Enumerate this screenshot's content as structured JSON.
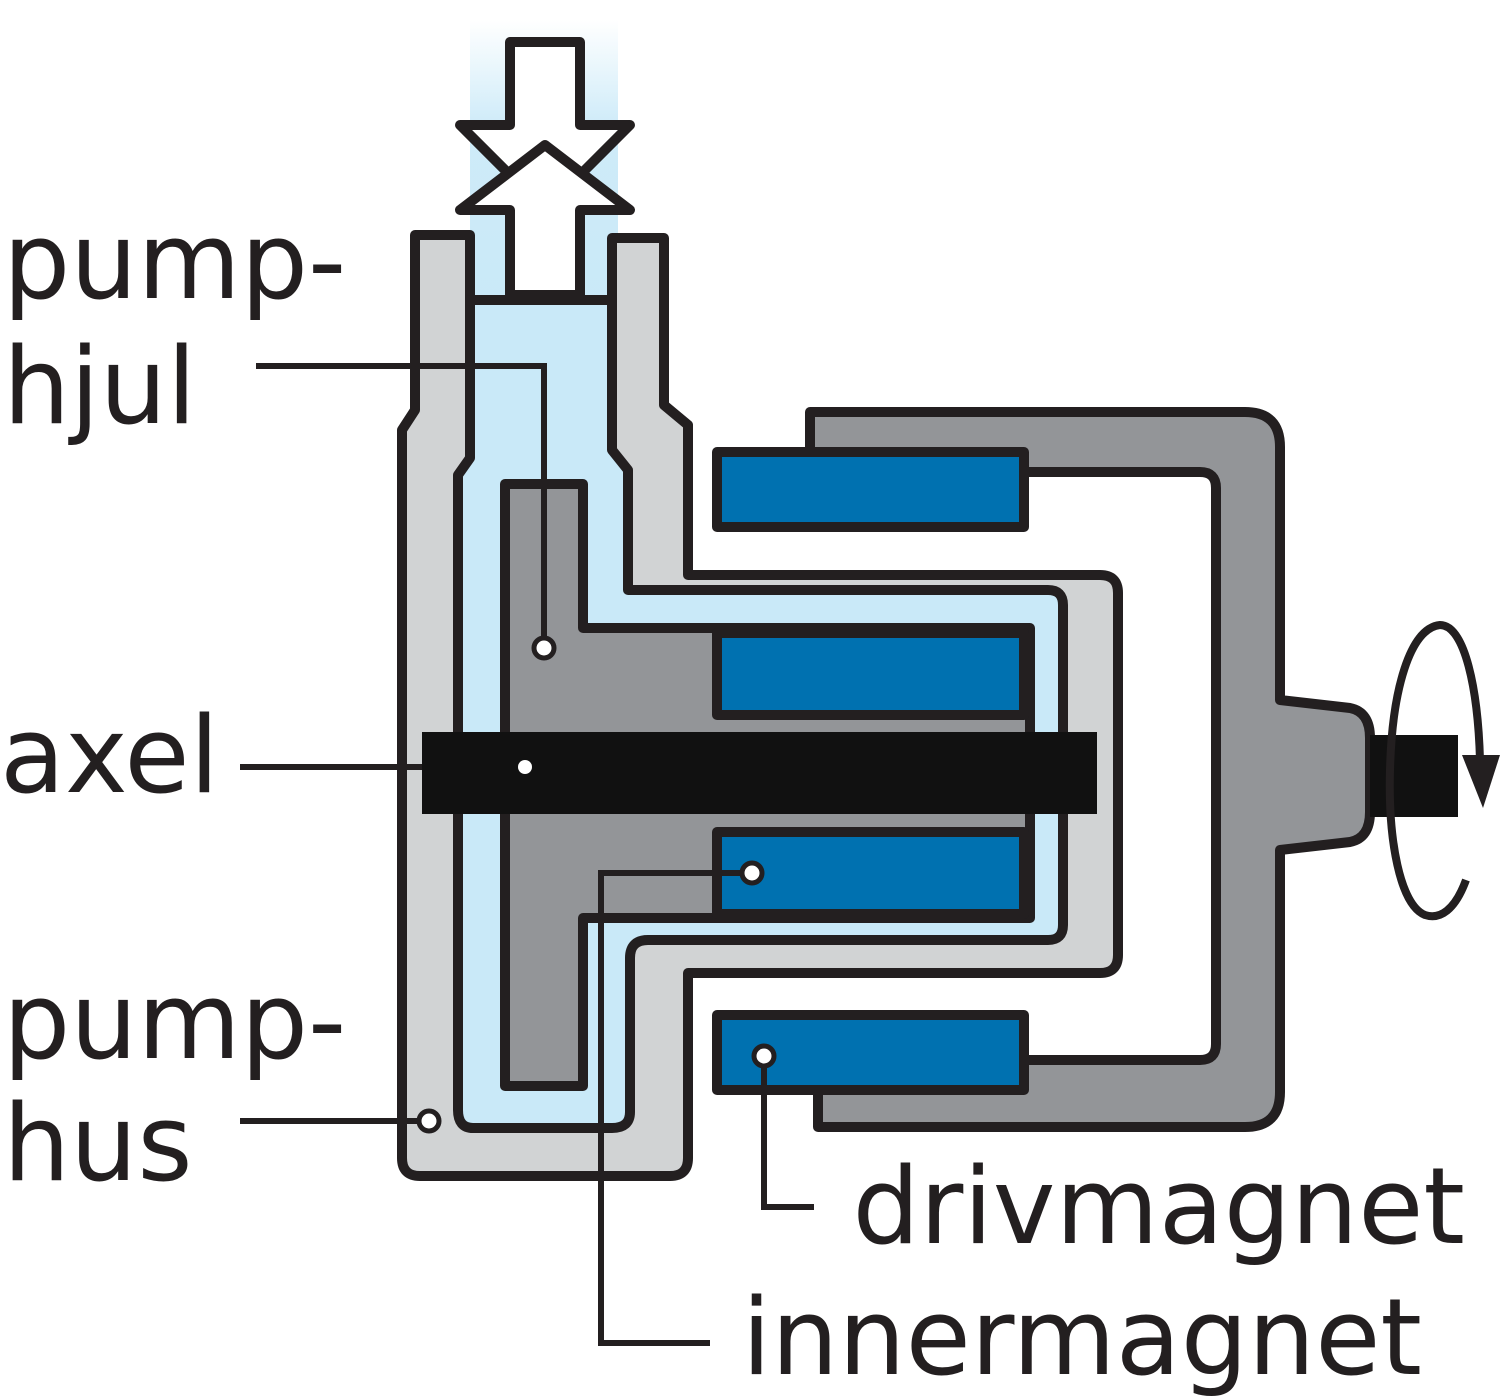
{
  "labels": {
    "impeller_line1": "pump-",
    "impeller_line2": "hjul",
    "shaft": "axel",
    "housing_line1": "pump-",
    "housing_line2": "hus",
    "drive_magnet": "drivmagnet",
    "inner_magnet": "innermagnet"
  },
  "colors": {
    "outline": "#231f20",
    "housing": "#d1d3d4",
    "impeller": "#939598",
    "drive_body": "#939598",
    "fluid": "#c9e9f8",
    "magnet": "#0071b0",
    "shaft": "#111111"
  }
}
